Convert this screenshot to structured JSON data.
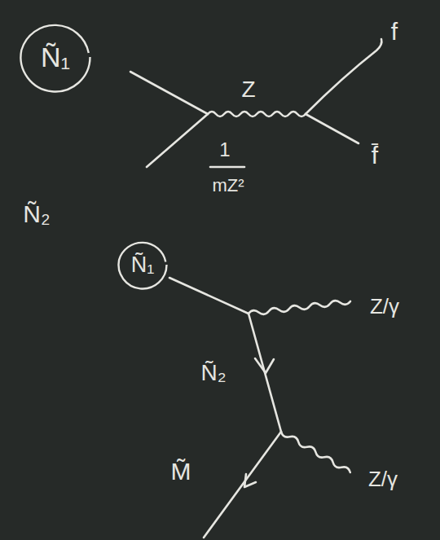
{
  "diagram": {
    "nodes": [
      {
        "text": [
          "Ñ₁"
        ]
      },
      {
        "text": [
          "Ñ₁"
        ]
      }
    ],
    "labels": [
      "Z",
      "f",
      "f̄",
      "1",
      "mZ²",
      "Ñ₂",
      "Z/γ",
      "Ñ₂",
      "Z/γ",
      "M̃"
    ]
  }
}
